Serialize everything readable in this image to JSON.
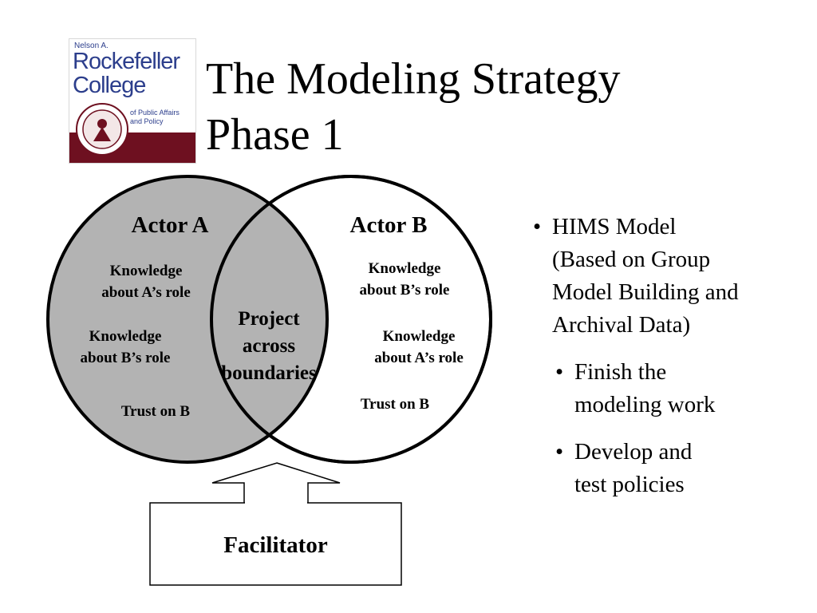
{
  "logo": {
    "line_small": "Nelson A.",
    "line_big1": "Rockefeller",
    "line_big2": "College",
    "line_sub1": "of Public Affairs",
    "line_sub2": "and Policy"
  },
  "title": {
    "line1": "The Modeling Strategy",
    "line2": "Phase 1"
  },
  "diagram": {
    "actor_a": "Actor A",
    "actor_b": "Actor B",
    "a_knowledge_own_1": "Knowledge",
    "a_knowledge_own_2": "about A’s role",
    "a_knowledge_other_1": "Knowledge",
    "a_knowledge_other_2": "about B’s role",
    "a_trust": "Trust on B",
    "b_knowledge_own_1": "Knowledge",
    "b_knowledge_own_2": "about B’s role",
    "b_knowledge_other_1": "Knowledge",
    "b_knowledge_other_2": "about A’s role",
    "b_trust": "Trust on B",
    "overlap_1": "Project",
    "overlap_2": "across",
    "overlap_3": "boundaries",
    "facilitator": "Facilitator",
    "colors": {
      "fill_a": "#b3b3b3",
      "stroke": "#000000",
      "fill_b": "#ffffff"
    }
  },
  "bullets": {
    "main_lines": [
      "HIMS Model",
      "(Based on Group",
      "Model Building and",
      "Archival Data)"
    ],
    "sub1_lines": [
      "Finish the",
      "modeling work"
    ],
    "sub2_lines": [
      "Develop and",
      "test policies"
    ],
    "dot": "•"
  }
}
